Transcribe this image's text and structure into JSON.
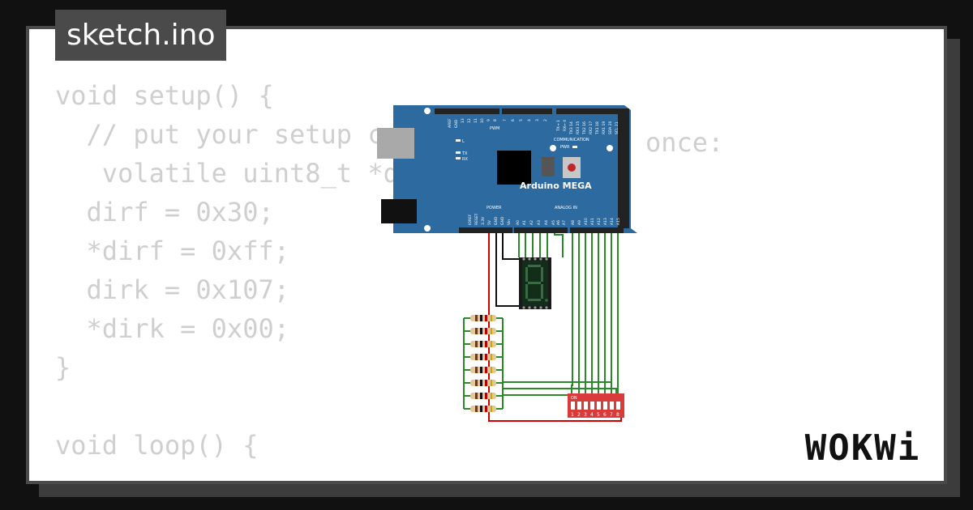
{
  "window": {
    "title": "sketch.ino"
  },
  "code_lines": [
    "void setup() {",
    "  // put your setup c",
    "   volatile uint8_t *d",
    "  dirf = 0x30;",
    "  *dirf = 0xff;",
    "  dirk = 0x107;",
    "  *dirk = 0x00;",
    "}",
    "",
    "void loop() {"
  ],
  "code_tail": {
    "text": "once:"
  },
  "board": {
    "name": "Arduino MEGA",
    "pwm_label": "PWM",
    "communication_label": "COMMUNICATION",
    "power_label": "POWER",
    "analog_label": "ANALOG IN",
    "led_l": "L",
    "led_tx": "TX",
    "led_rx": "RX",
    "led_pwr": "PWR",
    "top_pins_left": [
      "AREF",
      "GND",
      "13",
      "12",
      "11",
      "10",
      "9",
      "8"
    ],
    "top_pins_mid": [
      "7",
      "6",
      "5",
      "4",
      "3",
      "2"
    ],
    "top_pins_comm": [
      "TX→ 1",
      "RX← 0",
      "TX3 14",
      "RX3 15",
      "TX2 16",
      "RX2 17",
      "TX1 18",
      "RX1 19",
      "SDA 20",
      "SCL 21"
    ],
    "bottom_pins_power": [
      "IOREF",
      "RESET",
      "3.3V",
      "5V",
      "GND",
      "GND",
      "Vin"
    ],
    "bottom_pins_analog": [
      "A0",
      "A1",
      "A2",
      "A3",
      "A4",
      "A5",
      "A6",
      "A7",
      "A8",
      "A9",
      "A10",
      "A11",
      "A12",
      "A13",
      "A14",
      "A15"
    ],
    "color": "#2c6aa0"
  },
  "dip_switch": {
    "on_label": "ON",
    "numbers": [
      "1",
      "2",
      "3",
      "4",
      "5",
      "6",
      "7",
      "8"
    ],
    "color": "#d93a3a"
  },
  "wires": {
    "green": "#2a8a2a",
    "red": "#d40000",
    "black": "#111111"
  },
  "brand": {
    "logo_text": "WOKWi"
  }
}
